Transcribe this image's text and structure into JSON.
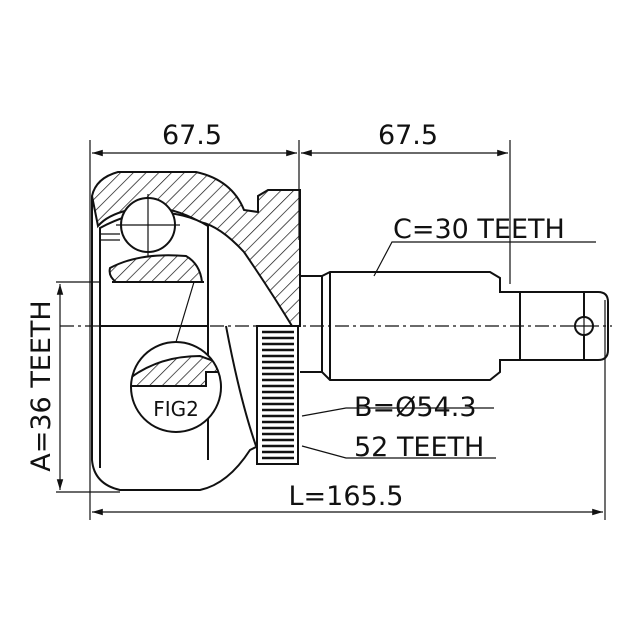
{
  "dimensions": {
    "width_left": "67.5",
    "width_right": "67.5",
    "spline_c": "C=30 TEETH",
    "spline_a": "A=36 TEETH",
    "abs_b": "B=Ø54.3",
    "abs_teeth": "52 TEETH",
    "length": "L=165.5"
  },
  "detail_label": "FIG2",
  "colors": {
    "ink": "#111111",
    "background": "#ffffff"
  }
}
